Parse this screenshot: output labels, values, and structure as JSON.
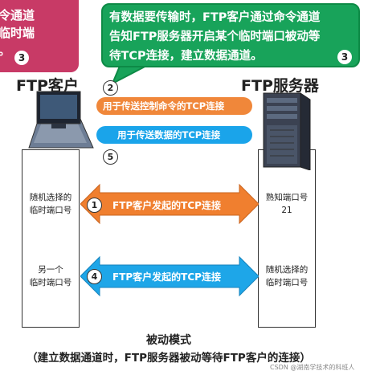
{
  "callouts": {
    "left": {
      "lines": [
        "令通道",
        "临时端",
        "。"
      ],
      "badge": "3"
    },
    "right": {
      "lines": [
        "有数据要传输时，FTP客户通过命令通道",
        "告知FTP服务器开启某个临时端口被动等",
        "待TCP连接，建立数据通道。"
      ],
      "badge": "3"
    }
  },
  "titles": {
    "client": "FTP客户",
    "server": "FTP服务器"
  },
  "connections": {
    "control": {
      "step": "2",
      "label": "用于传送控制命令的TCP连接",
      "color": "#f0873a"
    },
    "data": {
      "step": "5",
      "label": "用于传送数据的TCP连接",
      "color": "#1aa4ea"
    }
  },
  "rows": [
    {
      "step": "1",
      "client_port": [
        "随机选择的",
        "临时端口号"
      ],
      "arrow_label": "FTP客户发起的TCP连接",
      "server_port": [
        "熟知端口号",
        "21"
      ],
      "color": "#f07f2f"
    },
    {
      "step": "4",
      "client_port": [
        "另一个",
        "临时端口号"
      ],
      "arrow_label": "FTP客户发起的TCP连接",
      "server_port": [
        "随机选择的",
        "临时端口号"
      ],
      "color": "#1ea6e8"
    }
  ],
  "caption": {
    "line1": "被动模式",
    "line2": "（建立数据通道时，FTP服务器被动等待FTP客户的连接）"
  },
  "watermark": "CSDN @湖南学技术的科班人"
}
